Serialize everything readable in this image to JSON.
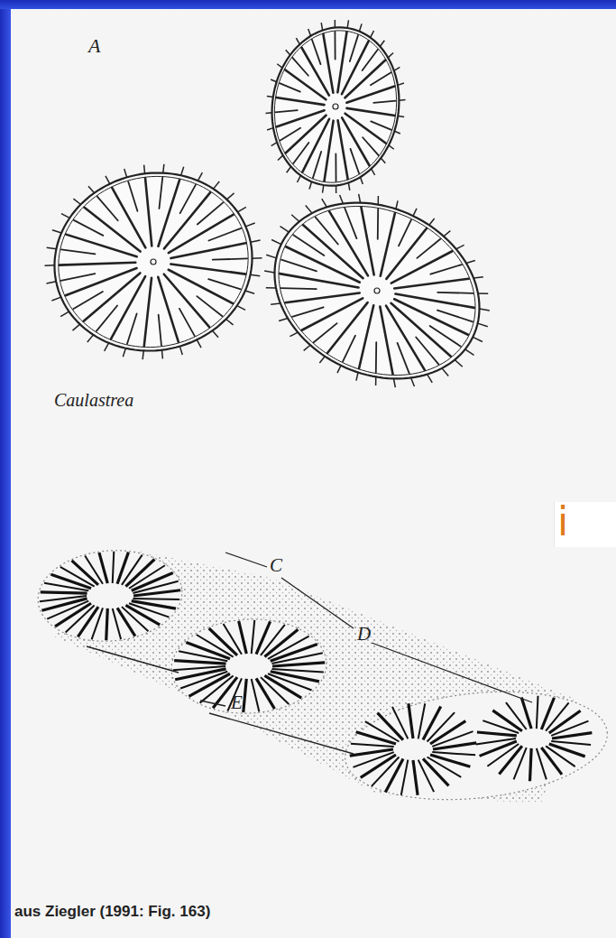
{
  "diagram": {
    "caption": "aus Ziegler (1991: Fig. 163)",
    "labels": [
      "A",
      "Caulastrea",
      "i",
      "C",
      "D",
      "E"
    ]
  }
}
